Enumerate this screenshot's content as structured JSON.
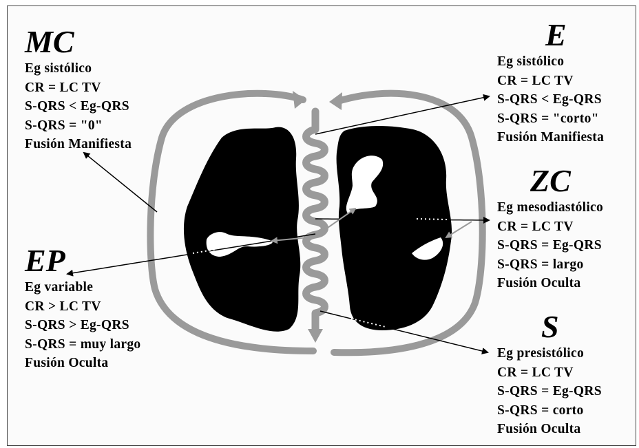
{
  "blocks": {
    "mc": {
      "title": "MC",
      "lines": [
        "Eg sistólico",
        "CR = LC TV",
        "S-QRS < Eg-QRS",
        "S-QRS = \"0\"",
        "Fusión Manifiesta"
      ]
    },
    "e": {
      "title": "E",
      "lines": [
        "Eg sistólico",
        "CR = LC TV",
        "S-QRS < Eg-QRS",
        "S-QRS = \"corto\"",
        "Fusión Manifiesta"
      ]
    },
    "zc": {
      "title": "ZC",
      "lines": [
        "Eg mesodiastólico",
        "CR = LC TV",
        "S-QRS = Eg-QRS",
        "S-QRS = largo",
        "Fusión Oculta"
      ]
    },
    "ep": {
      "title": "EP",
      "lines": [
        "Eg variable",
        "CR > LC TV",
        "S-QRS > Eg-QRS",
        "S-QRS = muy largo",
        "Fusión Oculta"
      ]
    },
    "s": {
      "title": "S",
      "lines": [
        "Eg presistólico",
        "CR = LC TV",
        "S-QRS = Eg-QRS",
        "S-QRS = corto",
        "Fusión Oculta"
      ]
    }
  },
  "colors": {
    "scar": "#000000",
    "circuit": "#9a9a9a",
    "text": "#000000"
  }
}
